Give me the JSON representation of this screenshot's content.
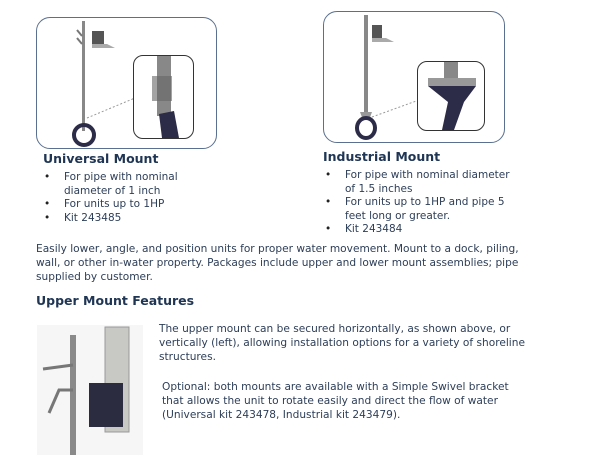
{
  "universal": {
    "title": "Universal Mount",
    "bullets": [
      "For pipe with nominal diameter of 1 inch",
      "For units up to 1HP",
      "Kit 243485"
    ]
  },
  "industrial": {
    "title": "Industrial Mount",
    "bullets": [
      "For pipe with nominal diameter of 1.5 inches",
      "For units up to 1HP and pipe 5 feet long or greater.",
      "Kit 243484"
    ]
  },
  "intro": "Easily lower, angle, and position units for proper water movement. Mount to a dock, piling, wall, or other in-water property. Packages include upper and lower mount assemblies; pipe supplied by customer.",
  "upper": {
    "heading": "Upper Mount Features",
    "text1": "The upper mount can be secured horizontally, as shown above, or vertically (left), allowing installation options for a variety of shoreline structures.",
    "text2": "Optional: both mounts are available with a Simple Swivel bracket that allows the unit to rotate easily and direct the flow of water (Universal kit 243478, Industrial kit 243479)."
  }
}
